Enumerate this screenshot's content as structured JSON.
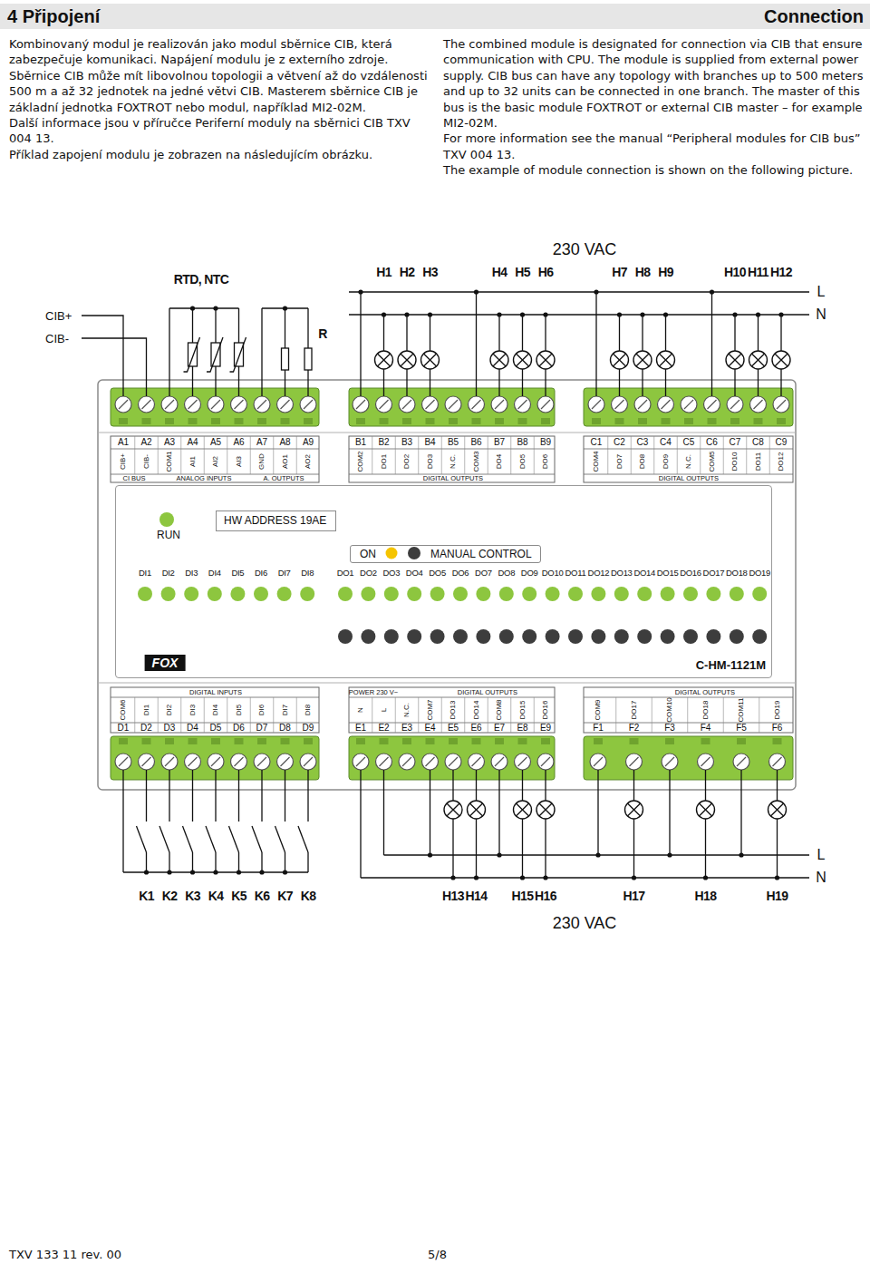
{
  "diagram": {
    "title": "4 Připojení",
    "nodes": [
      {
        "text": [
          "C-HM-1121M"
        ]
      },
      {
        "text": [
          "HW ADDRESS 19AE"
        ],
        "in": 0
      },
      {
        "text": [
          "ON",
          "MANUAL CONTROL"
        ],
        "in": 0
      }
    ],
    "labels": [
      "Connection",
      "Kombinovaný modul je realizován jako modul sběrnice CIB, která zabezpečuje komunikaci. Napájení modulu je z externího zdroje. Sběrnice CIB může mít libovolnou topologii a větvení až do vzdálenosti 500 m a až 32 jednotek na jedné větvi CIB. Masterem sběrnice CIB je základní jednotka FOXTROT nebo modul, například MI2-02M.",
      "Další informace jsou v příručce Periferní moduly na sběrnici CIB TXV 004 13.",
      "Příklad zapojení modulu je zobrazen na následujícím obrázku.",
      "The combined module is designated for connection via CIB that ensure communication with CPU. The module is supplied from external power supply. CIB bus can have any topology with branches up to 500 meters and up to 32 units can be connected in one branch. The master of this bus is the basic module FOXTROT or external CIB master – for example MI2-02M.",
      "For more information see the manual “Peripheral modules for CIB bus” TXV 004 13.",
      "The example of module connection is shown on the following picture.",
      "230 VAC",
      "RTD, NTC",
      "H1",
      "H2",
      "H3",
      "H4",
      "H5",
      "H6",
      "H7",
      "H8",
      "H9",
      "H10",
      "H11",
      "H12",
      "L",
      "N",
      "CIB+",
      "CIB-",
      "R",
      "A1",
      "A2",
      "A3",
      "A4",
      "A5",
      "A6",
      "A7",
      "A8",
      "A9",
      "CIB+",
      "CIB-",
      "COM1",
      "AI1",
      "AI2",
      "AI3",
      "GND",
      "AO1",
      "AO2",
      "B1",
      "B2",
      "B3",
      "B4",
      "B5",
      "B6",
      "B7",
      "B8",
      "B9",
      "COM2",
      "DO1",
      "DO2",
      "DO3",
      "N.C.",
      "COM3",
      "DO4",
      "DO5",
      "DO6",
      "C1",
      "C2",
      "C3",
      "C4",
      "C5",
      "C6",
      "C7",
      "C8",
      "C9",
      "COM4",
      "DO7",
      "DO8",
      "DO9",
      "N.C.",
      "COM5",
      "DO10",
      "DO11",
      "DO12",
      "CI BUS",
      "ANALOG INPUTS",
      "A. OUTPUTS",
      "DIGITAL OUTPUTS",
      "DIGITAL OUTPUTS",
      "RUN",
      "DI1",
      "DI2",
      "DI3",
      "DI4",
      "DI5",
      "DI6",
      "DI7",
      "DI8",
      "DO1",
      "DO2",
      "DO3",
      "DO4",
      "DO5",
      "DO6",
      "DO7",
      "DO8",
      "DO9",
      "DO10",
      "DO11",
      "DO12",
      "DO13",
      "DO14",
      "DO15",
      "DO16",
      "DO17",
      "DO18",
      "DO19",
      "FOX",
      "DIGITAL INPUTS",
      "POWER 230 V~",
      "DIGITAL OUTPUTS",
      "DIGITAL OUTPUTS",
      "COM6",
      "DI1",
      "DI2",
      "DI3",
      "DI4",
      "DI5",
      "DI6",
      "DI7",
      "DI8",
      "N",
      "L",
      "N.C.",
      "COM7",
      "DO13",
      "DO14",
      "COM8",
      "DO15",
      "DO16",
      "COM9",
      "DO17",
      "COM10",
      "DO18",
      "COM11",
      "DO19",
      "D1",
      "D2",
      "D3",
      "D4",
      "D5",
      "D6",
      "D7",
      "D8",
      "D9",
      "E1",
      "E2",
      "E3",
      "E4",
      "E5",
      "E6",
      "E7",
      "E8",
      "E9",
      "F1",
      "F2",
      "F3",
      "F4",
      "F5",
      "F6",
      "K1",
      "K2",
      "K3",
      "K4",
      "K5",
      "K6",
      "K7",
      "K8",
      "H13",
      "H14",
      "H15",
      "H16",
      "H17",
      "H18",
      "H19",
      "L",
      "N",
      "230 VAC",
      "TXV 133 11 rev. 00",
      "5/8"
    ]
  }
}
